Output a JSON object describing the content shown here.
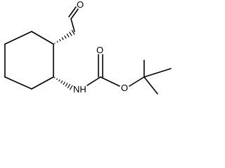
{
  "molecule": {
    "atoms": {
      "aldehyde_oxygen": "O",
      "amine": "NH",
      "carbonyl_oxygen": "O",
      "ester_oxygen": "O"
    }
  }
}
